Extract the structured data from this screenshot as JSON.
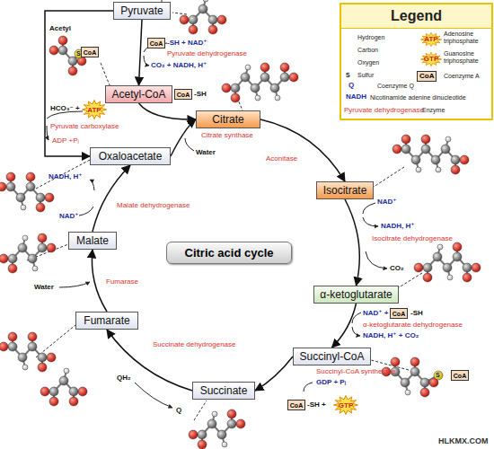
{
  "diagram": {
    "nodes": [
      {
        "text": [
          "Pyruvate"
        ]
      },
      {
        "text": [
          "Acetyl-CoA"
        ]
      },
      {
        "text": [
          "Citrate"
        ]
      },
      {
        "text": [
          "Isocitrate"
        ]
      },
      {
        "text": [
          "α-ketoglutarate"
        ]
      },
      {
        "text": [
          "Succinyl-CoA"
        ]
      },
      {
        "text": [
          "Succinate"
        ]
      },
      {
        "text": [
          "Fumarate"
        ]
      },
      {
        "text": [
          "Malate"
        ]
      },
      {
        "text": [
          "Oxaloacetate"
        ]
      },
      {
        "text": [
          "Citric acid cycle"
        ]
      },
      {
        "text": [
          "Legend"
        ]
      },
      {
        "text": [
          "CoA"
        ]
      },
      {
        "text": [
          "CoA"
        ]
      },
      {
        "text": [
          "CoA"
        ]
      },
      {
        "text": [
          "CoA"
        ]
      },
      {
        "text": [
          "CoA"
        ]
      },
      {
        "text": [
          "CoA"
        ]
      },
      {
        "text": [
          "ATP"
        ]
      },
      {
        "text": [
          "GTP"
        ]
      }
    ],
    "edges": [
      {
        "from": 0,
        "to": 1,
        "arrow": "to"
      },
      {
        "from": 1,
        "to": 2,
        "arrow": "to"
      },
      {
        "from": 9,
        "to": 2,
        "arrow": "to"
      },
      {
        "from": 2,
        "to": 3,
        "arrow": "to"
      },
      {
        "from": 3,
        "to": 4,
        "arrow": "to"
      },
      {
        "from": 4,
        "to": 5,
        "arrow": "to"
      },
      {
        "from": 5,
        "to": 6,
        "arrow": "to"
      },
      {
        "from": 6,
        "to": 7,
        "arrow": "to"
      },
      {
        "from": 7,
        "to": 8,
        "arrow": "to"
      },
      {
        "from": 8,
        "to": 9,
        "arrow": "to"
      },
      {
        "from": 0,
        "to": 9,
        "arrow": "to"
      }
    ],
    "labels": [
      "Acetyl",
      "-SH + NAD⁺",
      "Pyruvate dehydrogenase",
      "CO₂ + NADH, H⁺",
      "-SH",
      "HCO₃⁻ +",
      "Pyruvate carboxylase",
      "ADP +Pᵢ",
      "Citrate synthase",
      "Water",
      "Aconitase",
      "NAD⁺",
      "NADH, H⁺",
      "Isocitrate dehydrogenase",
      "CO₂",
      "NAD⁺ +",
      "-SH",
      "α-ketoglutarate dehydrogenase",
      "NADH, H⁺ + CO₂",
      "Succinyl-CoA synthetase",
      "GDP + Pᵢ",
      "-SH +",
      "Succinate dehydrogenase",
      "QH₂",
      "Q",
      "Fumarase",
      "Water",
      "Malate dehydrogenase",
      "NAD⁺",
      "NADH, H⁺",
      "S",
      "S",
      "HLKMX.COM",
      "S",
      "Q",
      "NADH",
      "Pyruvate dehydrogenase",
      "ATP",
      "GTP",
      "CoA"
    ],
    "legend": [
      {
        "text": "Hydrogen"
      },
      {
        "text": "Carbon"
      },
      {
        "text": "Oxygen"
      },
      {
        "text": "Sulfur"
      },
      {
        "text": "Coenzyme Q"
      },
      {
        "text": "Nicotinamide adenine dinucleotide"
      },
      {
        "text": "Enzyme"
      },
      {
        "text": "Adenosine triphosphate"
      },
      {
        "text": "Guanosine triphosphate"
      },
      {
        "text": "Coenzyme A"
      }
    ]
  }
}
